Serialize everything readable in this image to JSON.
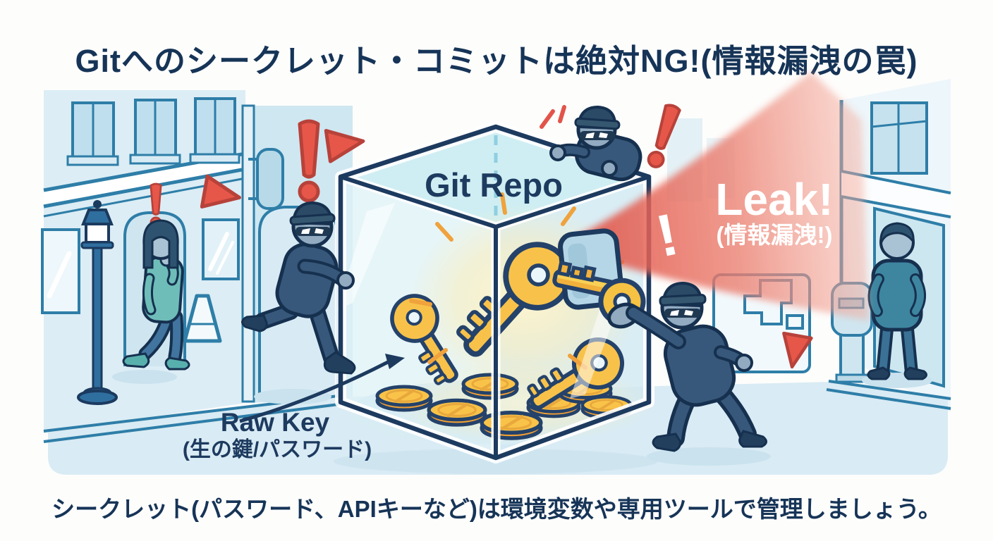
{
  "title": "Gitへのシークレット・コミットは絶対NG!(情報漏洩の罠)",
  "caption": "シークレット(パスワード、APIキーなど)は環境変数や専用ツールで管理しましょう。",
  "cube": {
    "label": "Git Repo"
  },
  "leak": {
    "label": "Leak!",
    "sub": "(情報漏洩!)",
    "mark": "!"
  },
  "raw_key": {
    "label": "Raw Key",
    "sub": "(生の鍵/パスワード)"
  },
  "colors": {
    "title_navy": "#163457",
    "outline_navy": "#1d3a5f",
    "line_blue": "#2e7ea8",
    "building_light_blue": "#dcedf5",
    "glass_cyan": "#cfeef3",
    "warning_red": "#e65749",
    "beam_red": "#e14f41",
    "key_gold": "#f7c243",
    "coin_gold": "#f9c349",
    "thief_navy": "#37587a",
    "ground_blue": "#d9ebf4",
    "teal_clothing": "#6fbdb9"
  },
  "icons": {
    "warning-exclamation-icon": "!",
    "warning-triangle-icon": "▶",
    "key-icon": "🔑",
    "coin-icon": "🪙",
    "leak-beam-icon": "beam",
    "arrow-icon": "→"
  }
}
